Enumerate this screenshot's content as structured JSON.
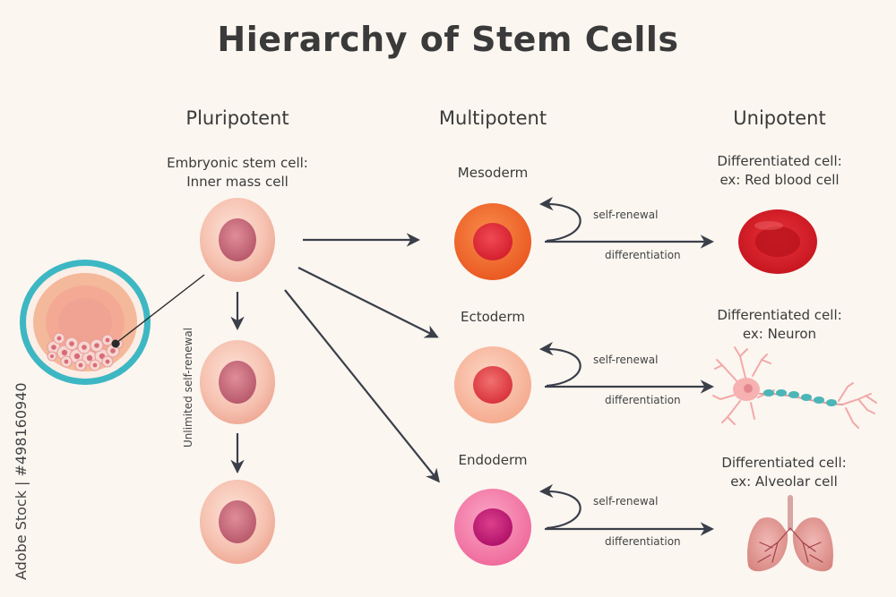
{
  "title": "Hierarchy of Stem Cells",
  "columns": {
    "pluripotent": "Pluripotent",
    "multipotent": "Multipotent",
    "unipotent": "Unipotent"
  },
  "pluripotent": {
    "line1": "Embryonic stem cell:",
    "line2": "Inner mass cell",
    "self_renewal": "Unlimited self-renewal"
  },
  "germ_layers": [
    {
      "name": "Mesoderm",
      "self_renewal": "self-renewal",
      "differentiation": "differentiation"
    },
    {
      "name": "Ectoderm",
      "self_renewal": "self-renewal",
      "differentiation": "differentiation"
    },
    {
      "name": "Endoderm",
      "self_renewal": "self-renewal",
      "differentiation": "differentiation"
    }
  ],
  "differentiated": [
    {
      "line1": "Differentiated cell:",
      "line2": "ex: Red blood cell"
    },
    {
      "line1": "Differentiated cell:",
      "line2": "ex: Neuron"
    },
    {
      "line1": "Differentiated cell:",
      "line2": "ex: Alveolar cell"
    }
  ],
  "watermark": "Adobe Stock | #498160940",
  "colors": {
    "background": "#fbf6f0",
    "arrow": "#3a3f4a",
    "stem_cell": "#f6c4b4",
    "stem_nucleus": "#c86e7e",
    "mesoderm": "#f0682e",
    "ectoderm": "#f8b8a0",
    "endoderm": "#f27aa6",
    "red_blood_cell": "#d51f26"
  }
}
